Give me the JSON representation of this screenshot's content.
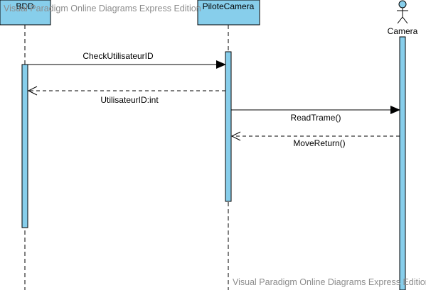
{
  "watermark": {
    "top": "Visual Paradigm Online Diagrams Express Edition",
    "bottom": "Visual Paradigm Online Diagrams Express Edition"
  },
  "lifelines": {
    "bdd": "BDD",
    "pilote_camera": "PiloteCamera",
    "camera": "Camera"
  },
  "messages": {
    "check_user_id": "CheckUtilisateurID",
    "user_id_return": "UtilisateurID:int",
    "read_trame": "ReadTrame()",
    "move_return": "MoveReturn()"
  },
  "colors": {
    "box_fill": "#87ceeb",
    "activation_fill": "#87ceeb",
    "stroke": "#000000",
    "watermark_text": "#8c8c8c"
  }
}
